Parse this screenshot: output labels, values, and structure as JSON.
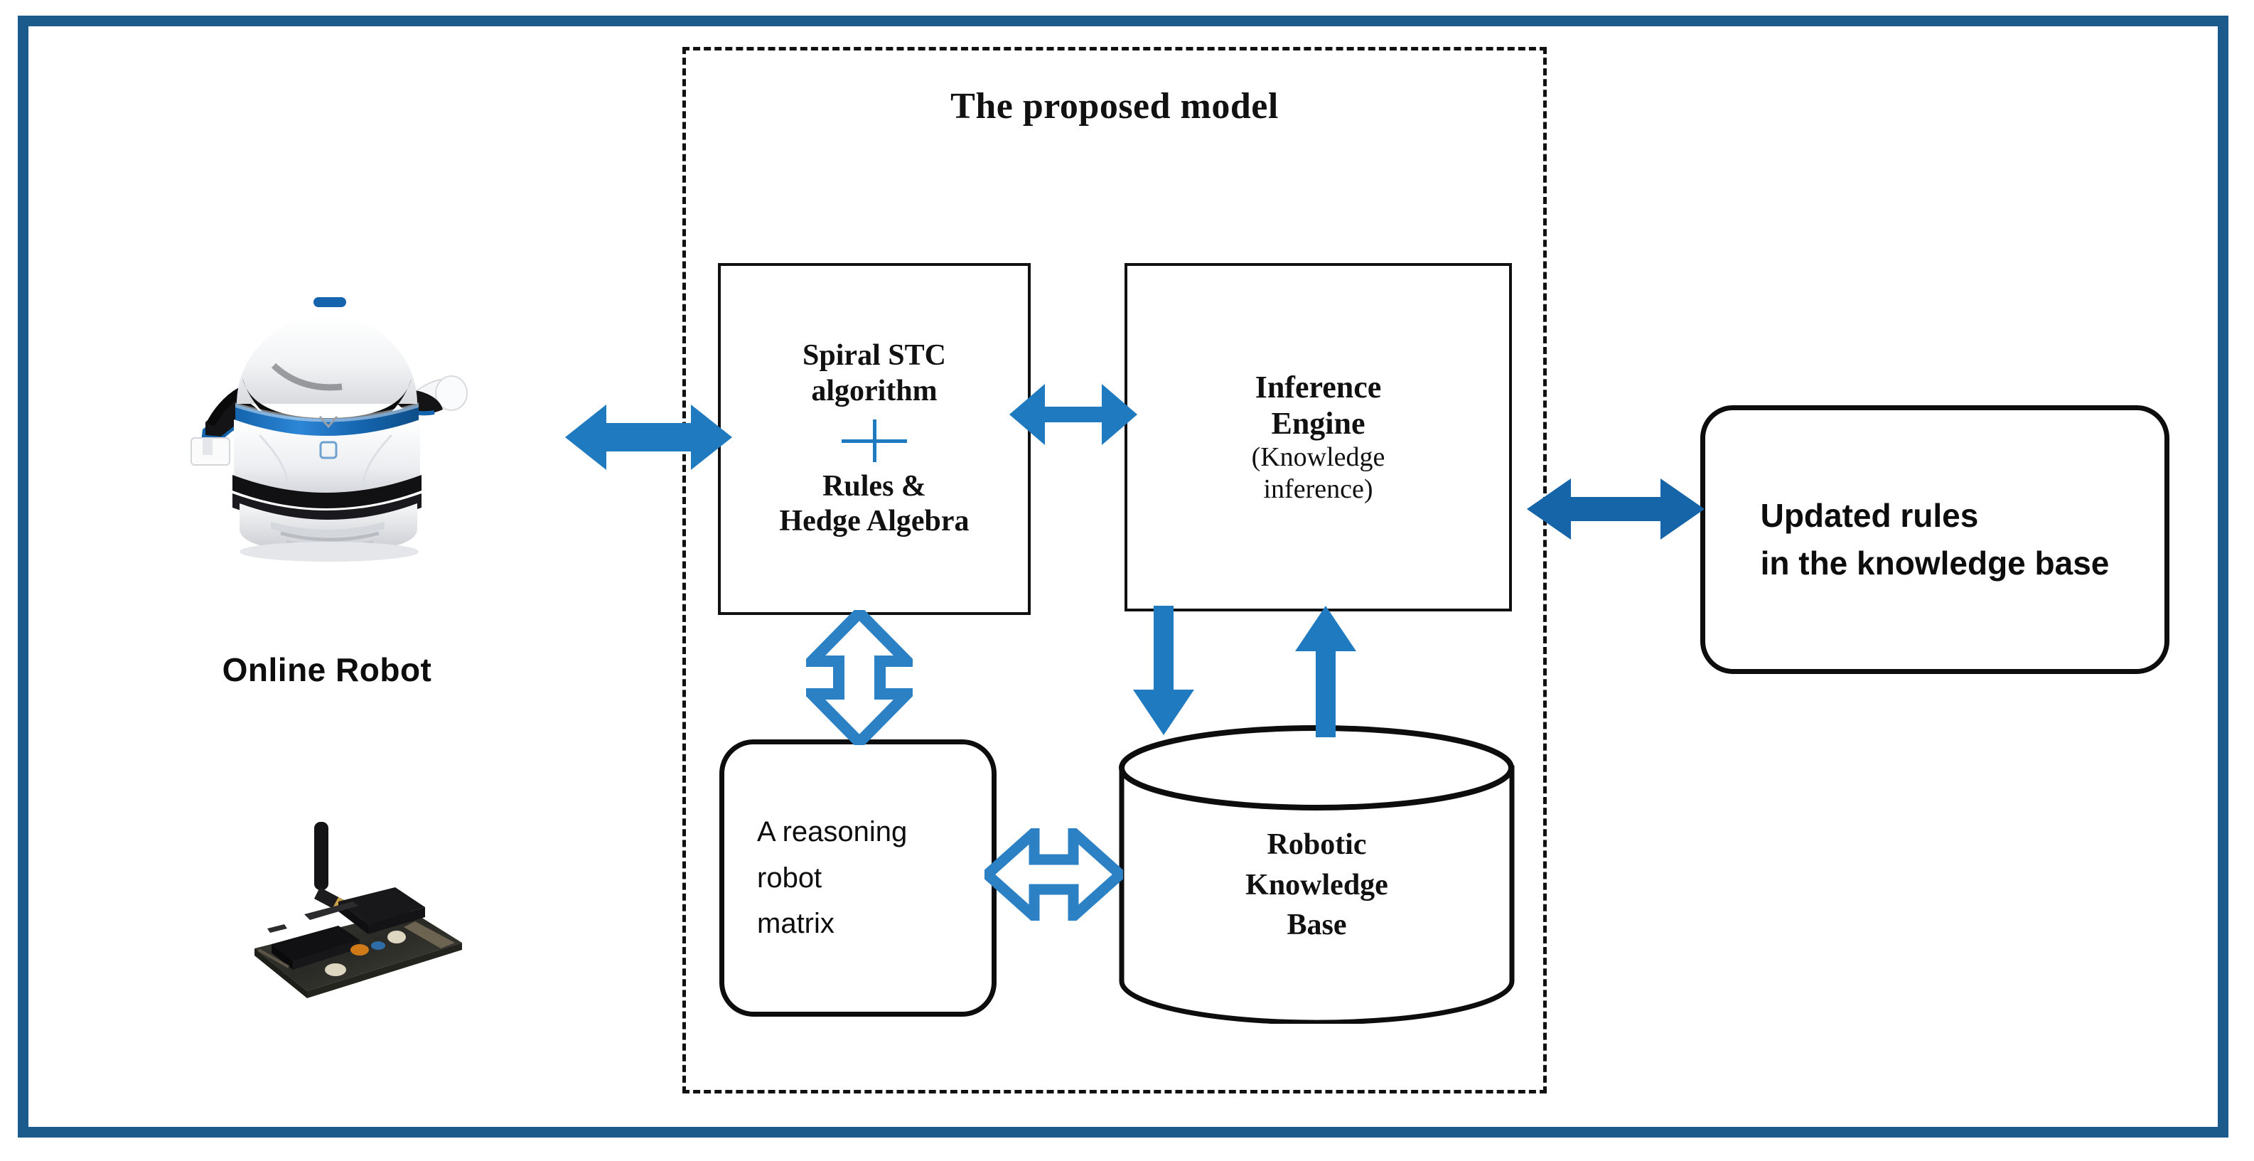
{
  "colors": {
    "frame_blue": "#1b5b8c",
    "arrow_blue": "#1f7ac0",
    "outline_black": "#111111",
    "robot_blue": "#1464ad"
  },
  "model": {
    "title": "The proposed model"
  },
  "left_panel": {
    "robot_label": "Online Robot",
    "robot_icon": "robot-vacuum-icon",
    "board_icon": "wireless-circuit-board-icon"
  },
  "boxes": {
    "spiral_stc": {
      "line1": "Spiral STC",
      "line2": "algorithm",
      "plus": "+",
      "line3": "Rules &",
      "line4": "Hedge Algebra"
    },
    "inference_engine": {
      "line1": "Inference",
      "line2": "Engine",
      "line3": "(Knowledge",
      "line4": "inference)"
    },
    "reasoning_matrix": {
      "line1": "A reasoning",
      "line2": "robot",
      "line3": "matrix"
    },
    "knowledge_base": {
      "line1": "Robotic",
      "line2": "Knowledge",
      "line3": "Base"
    },
    "updated_rules": {
      "line1": "Updated rules",
      "line2": "in the knowledge base"
    }
  },
  "arrows": [
    {
      "name": "robot-to-stc",
      "style": "solid-double",
      "direction": "horizontal"
    },
    {
      "name": "stc-to-engine",
      "style": "solid-double",
      "direction": "horizontal"
    },
    {
      "name": "engine-to-updated-rules",
      "style": "solid-double",
      "direction": "horizontal"
    },
    {
      "name": "stc-to-matrix",
      "style": "outlined-double",
      "direction": "vertical"
    },
    {
      "name": "matrix-to-knowledge-base",
      "style": "outlined-double",
      "direction": "horizontal"
    },
    {
      "name": "engine-to-knowledge-base",
      "style": "solid-single",
      "direction": "down"
    },
    {
      "name": "knowledge-base-to-engine",
      "style": "solid-single",
      "direction": "up"
    }
  ]
}
